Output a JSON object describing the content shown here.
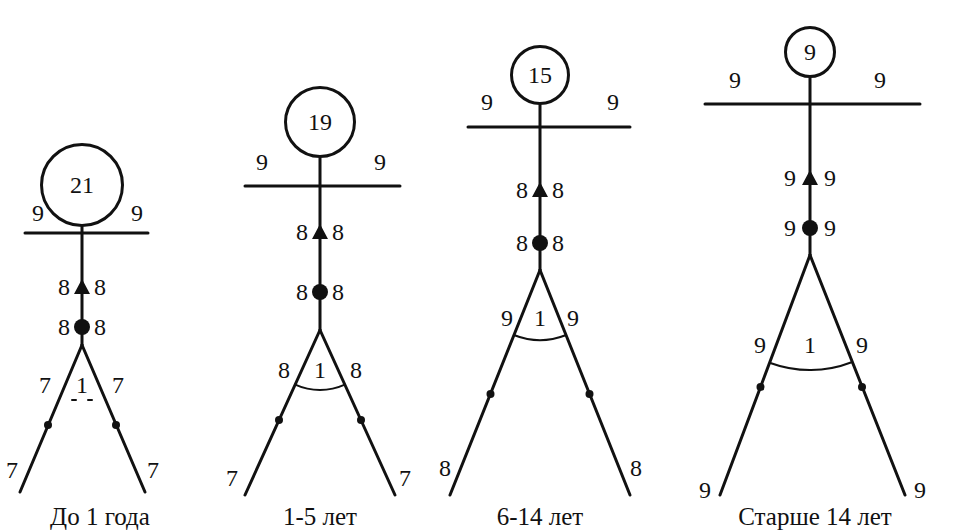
{
  "diagram": {
    "nodes": [
      {
        "text": [
          "21"
        ]
      },
      {
        "text": [
          "19"
        ]
      },
      {
        "text": [
          "15"
        ]
      },
      {
        "text": [
          "9"
        ]
      }
    ],
    "labels": [
      "9",
      "9",
      "8",
      "8",
      "8",
      "8",
      "7",
      "1",
      "7",
      "7",
      "7",
      "До 1 года",
      "9",
      "9",
      "8",
      "8",
      "8",
      "8",
      "8",
      "1",
      "8",
      "7",
      "7",
      "1-5 лет",
      "9",
      "9",
      "8",
      "8",
      "8",
      "8",
      "9",
      "1",
      "9",
      "8",
      "8",
      "6-14 лет",
      "9",
      "9",
      "9",
      "9",
      "9",
      "9",
      "9",
      "1",
      "9",
      "9",
      "9",
      "Старше 14 лет"
    ]
  }
}
